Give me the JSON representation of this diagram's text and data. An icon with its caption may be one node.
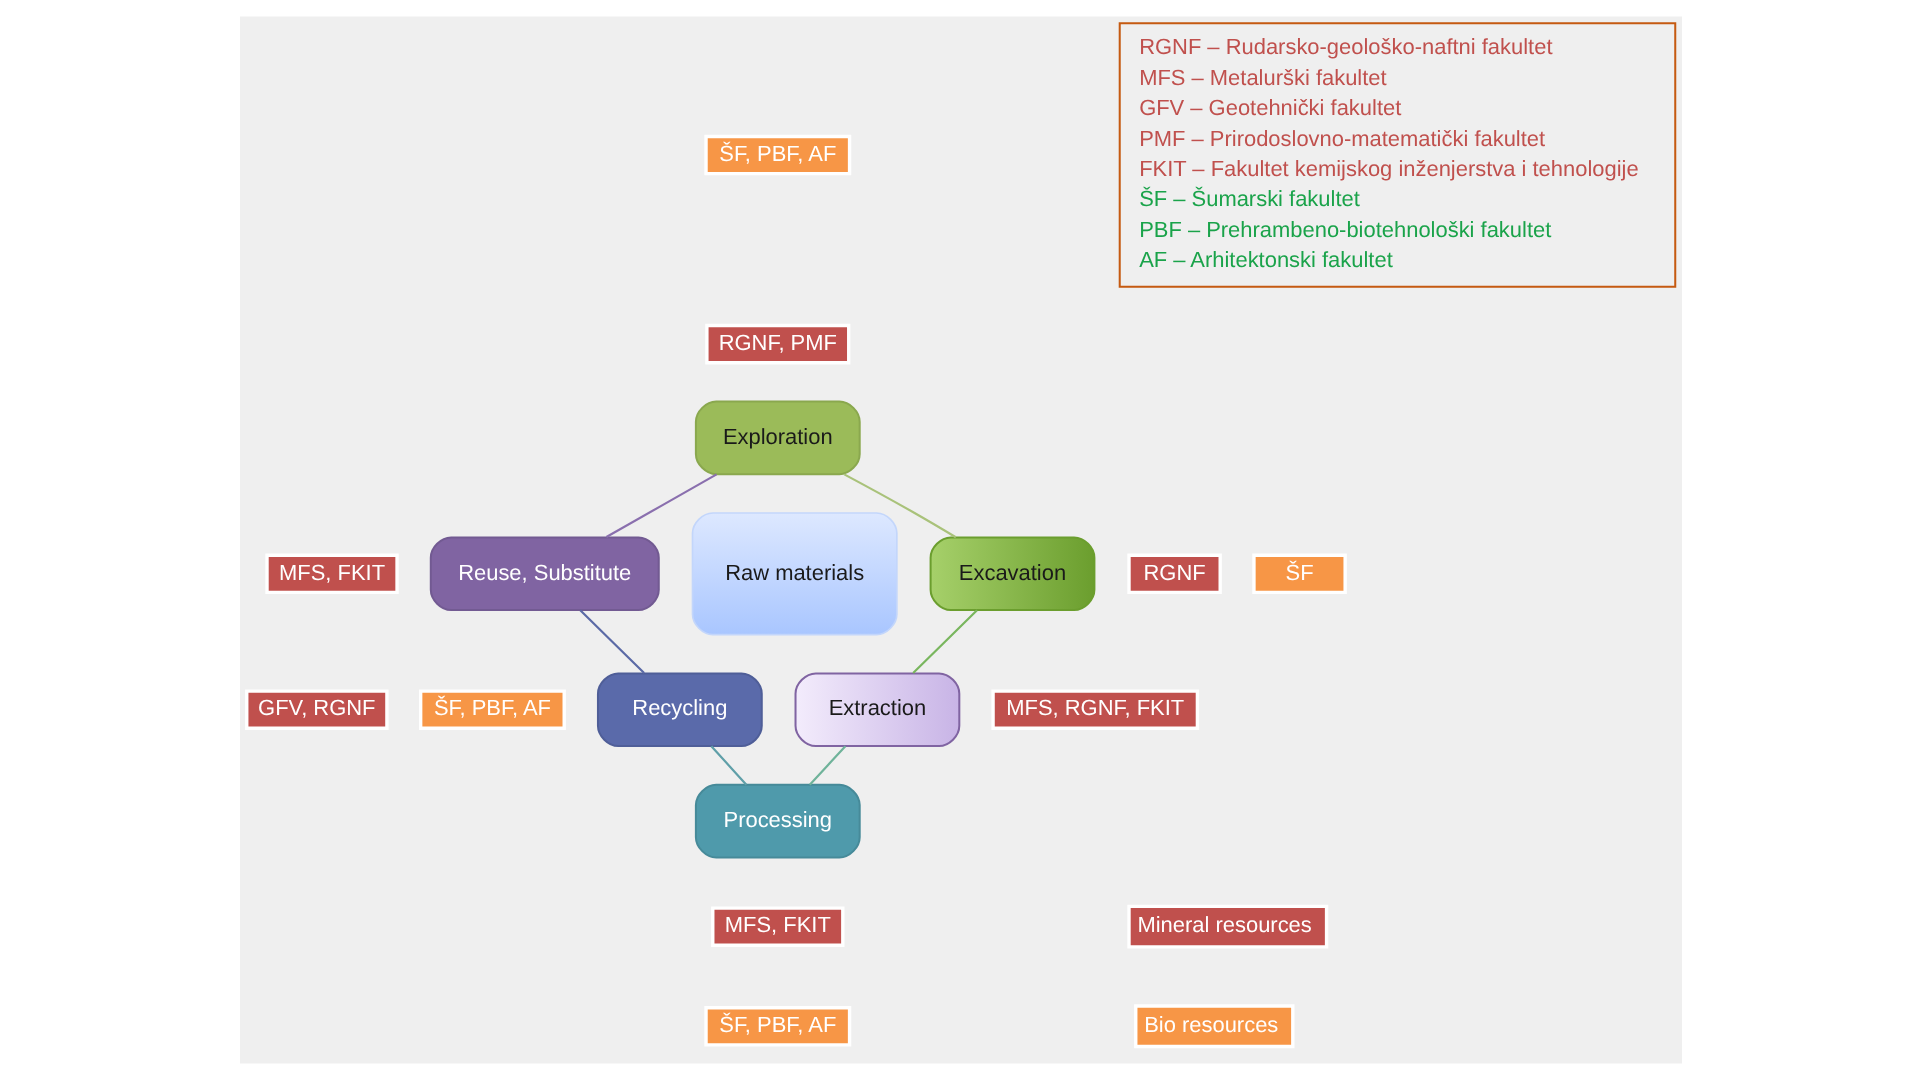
{
  "diagram": {
    "nodes": [
      {
        "text": [
          "RGNF – Rudarsko-geološko-naftni fakultet",
          "MFS – Metalurški fakultet",
          "GFV – Geotehnički fakultet",
          "PMF – Prirodoslovno-matematički fakultet",
          "FKIT – Fakultet kemijskog inženjerstva i tehnologije",
          "ŠF – Šumarski fakultet",
          "PBF – Prehrambeno-biotehnološki fakultet",
          "AF – Arhitektonski fakultet"
        ]
      },
      {
        "text": [
          "ŠF, PBF, AF"
        ]
      },
      {
        "text": [
          "RGNF, PMF"
        ]
      },
      {
        "text": [
          "Exploration"
        ]
      },
      {
        "text": [
          "MFS, FKIT"
        ]
      },
      {
        "text": [
          "Reuse, Substitute"
        ]
      },
      {
        "text": [
          "Excavation"
        ]
      },
      {
        "text": [
          "RGNF"
        ]
      },
      {
        "text": [
          "ŠF"
        ]
      },
      {
        "text": [
          "Raw materials"
        ]
      },
      {
        "text": [
          "GFV, RGNF"
        ]
      },
      {
        "text": [
          "Recycling"
        ]
      },
      {
        "text": [
          "Extraction"
        ]
      },
      {
        "text": [
          "MFS, RGNF, FKIT"
        ]
      },
      {
        "text": [
          "ŠF, PBF, AF"
        ]
      },
      {
        "text": [
          "Processing"
        ]
      },
      {
        "text": [
          "MFS, FKIT"
        ]
      },
      {
        "text": [
          "ŠF, PBF, AF"
        ]
      }
    ],
    "edges": [
      {
        "from": 3,
        "to": 6,
        "arrow": "none",
        "color": "#a9c27a"
      },
      {
        "from": 6,
        "to": 12,
        "arrow": "none",
        "color": "#79b65e"
      },
      {
        "from": 12,
        "to": 15,
        "arrow": "none",
        "color": "#6fb39a"
      },
      {
        "from": 11,
        "to": 15,
        "arrow": "none",
        "color": "#5f9fa8"
      },
      {
        "from": 5,
        "to": 11,
        "arrow": "none",
        "color": "#5b6aa6"
      },
      {
        "from": 3,
        "to": 5,
        "arrow": "none",
        "color": "#8a6fae"
      }
    ],
    "legend": [
      {
        "text": "Mineral resources",
        "color": "#c0504d"
      },
      {
        "text": "Bio resources",
        "color": "#f79646"
      }
    ]
  }
}
